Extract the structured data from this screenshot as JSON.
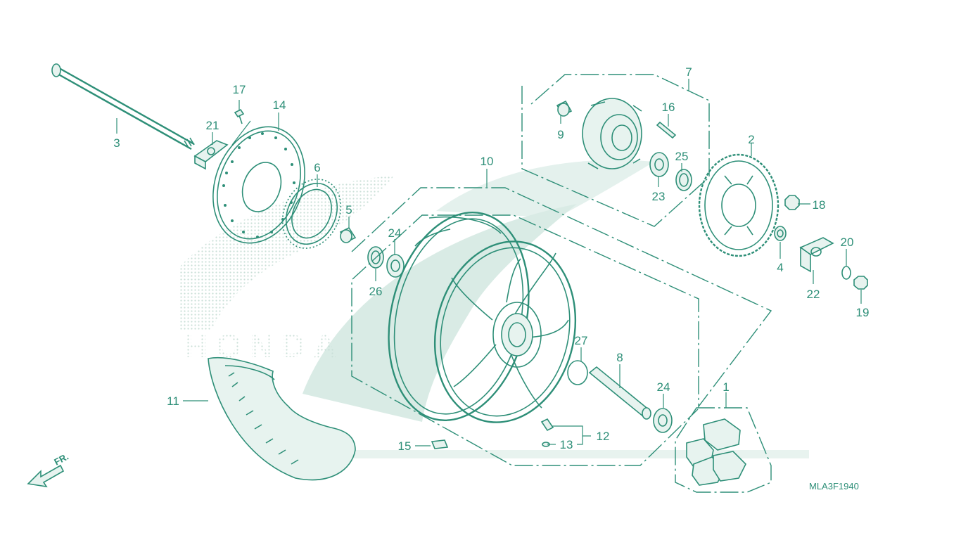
{
  "diagram": {
    "code": "MLA3F1940",
    "direction_label": "FR.",
    "accent_color": "#2e8f78",
    "watermark_text": "HONDA",
    "callouts": [
      "1",
      "2",
      "3",
      "4",
      "5",
      "6",
      "7",
      "8",
      "9",
      "10",
      "11",
      "12",
      "13",
      "14",
      "15",
      "16",
      "17",
      "18",
      "19",
      "20",
      "21",
      "22",
      "23",
      "24",
      "24",
      "25",
      "26",
      "27"
    ]
  }
}
